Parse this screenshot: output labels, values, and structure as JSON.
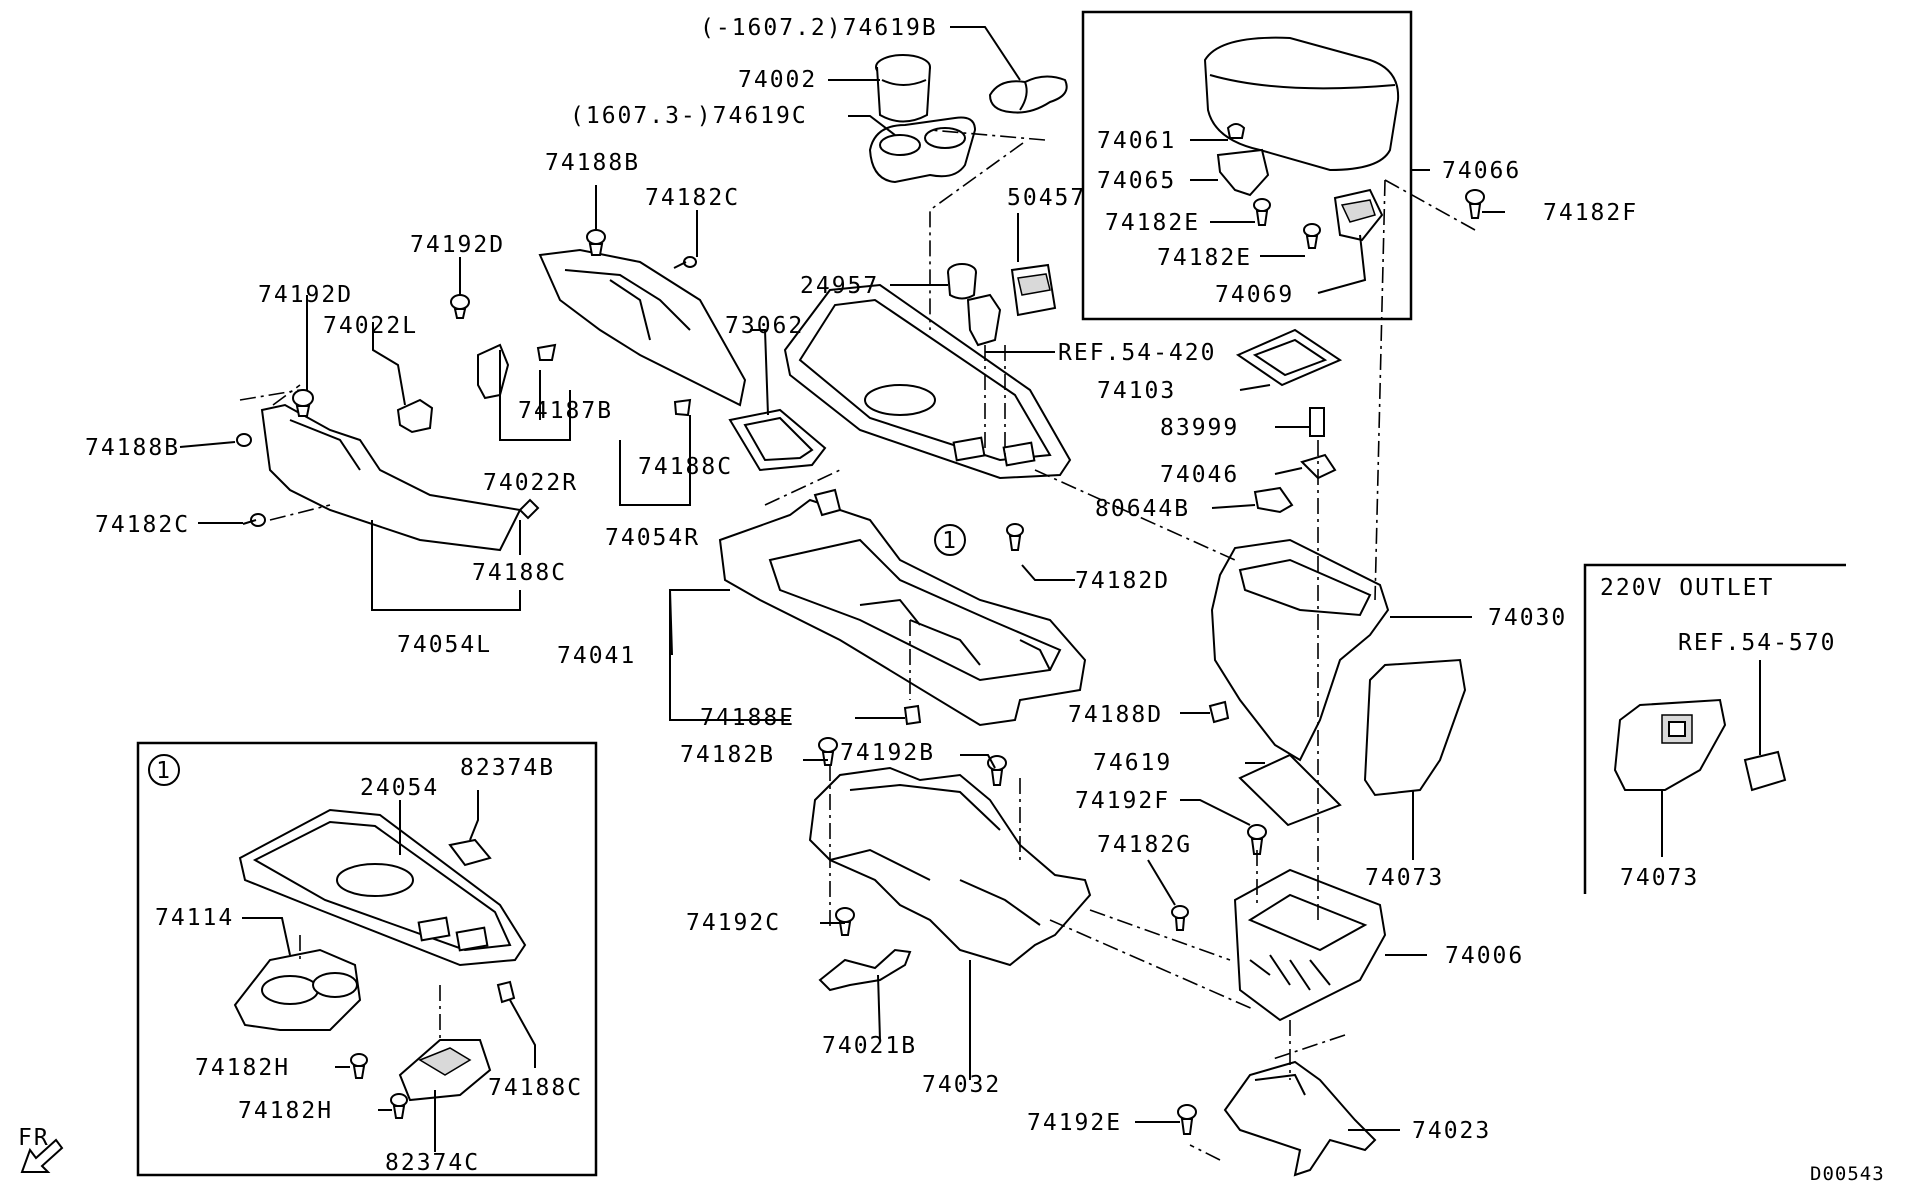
{
  "labels": {
    "p74619B": "(-1607.2)74619B",
    "p74002": "74002",
    "p74619C": "(1607.3-)74619C",
    "p74188B_top": "74188B",
    "p74182C_top": "74182C",
    "p50457": "50457",
    "p74192D_a": "74192D",
    "p74192D_b": "74192D",
    "p24957": "24957",
    "p74022L": "74022L",
    "p73062": "73062",
    "pREF54420": "REF.54-420",
    "p74187B": "74187B",
    "p74188B_left": "74188B",
    "p74022R": "74022R",
    "p74188C_mid": "74188C",
    "p74182C_left": "74182C",
    "p74054R": "74054R",
    "p74188C_left": "74188C",
    "p74054L": "74054L",
    "p74041": "74041",
    "p74182D": "74182D",
    "p74188E": "74188E",
    "p74188D": "74188D",
    "p74182B": "74182B",
    "p74192B": "74192B",
    "p74192C": "74192C",
    "p74021B": "74021B",
    "p74032": "74032",
    "p74192E": "74192E",
    "p74023": "74023",
    "p74061": "74061",
    "p74065": "74065",
    "p74182E_a": "74182E",
    "p74182E_b": "74182E",
    "p74069": "74069",
    "p74066": "74066",
    "p74182F": "74182F",
    "p74103": "74103",
    "p83999": "83999",
    "p74046": "74046",
    "p80644B": "80644B",
    "p74030": "74030",
    "p74073_mid": "74073",
    "p74619": "74619",
    "p74192F": "74192F",
    "p74182G": "74182G",
    "p74006": "74006",
    "p24054": "24054",
    "p82374B": "82374B",
    "p74114": "74114",
    "p74182H_a": "74182H",
    "p74182H_b": "74182H",
    "p74188C_inset": "74188C",
    "p82374C": "82374C",
    "outlet_title": "220V OUTLET",
    "pREF54570": "REF.54-570",
    "p74073_outlet": "74073",
    "callout_main": "1",
    "callout_inset": "1",
    "fr": "FR",
    "diagram_id": "D00543"
  }
}
